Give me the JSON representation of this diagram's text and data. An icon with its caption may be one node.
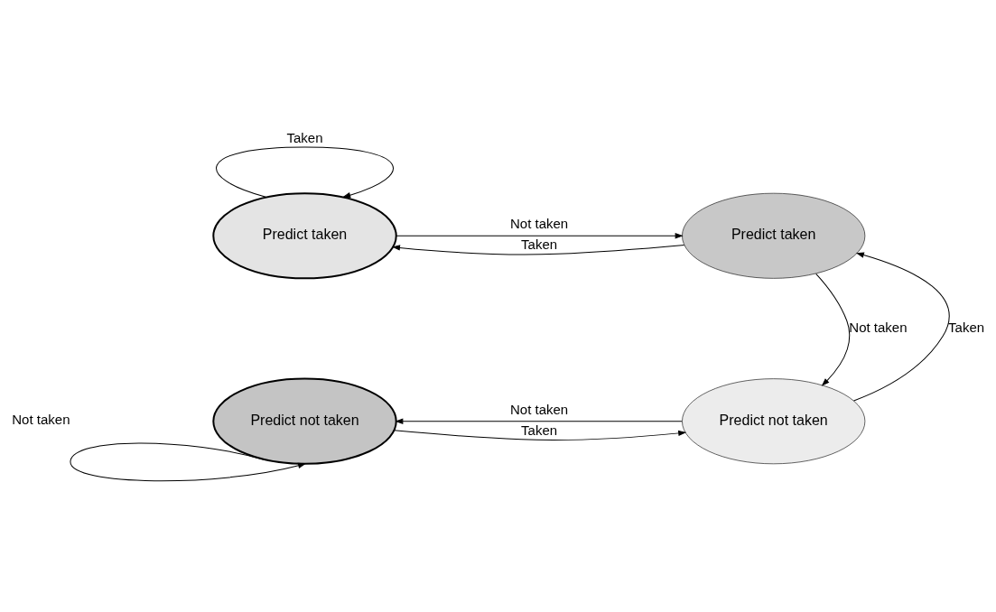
{
  "diagram": {
    "nodes": [
      {
        "text": [
          "Predict taken"
        ]
      },
      {
        "text": [
          "Predict taken"
        ]
      },
      {
        "text": [
          "Predict not taken"
        ]
      },
      {
        "text": [
          "Predict not taken"
        ]
      }
    ],
    "edges": [
      {
        "from": 0,
        "to": 0,
        "arrow": "to",
        "label": "Taken"
      },
      {
        "from": 0,
        "to": 1,
        "arrow": "to",
        "label": "Not taken"
      },
      {
        "from": 1,
        "to": 0,
        "arrow": "to",
        "label": "Taken"
      },
      {
        "from": 1,
        "to": 3,
        "arrow": "to",
        "label": "Not taken"
      },
      {
        "from": 3,
        "to": 1,
        "arrow": "to",
        "label": "Taken"
      },
      {
        "from": 3,
        "to": 2,
        "arrow": "to",
        "label": "Not taken"
      },
      {
        "from": 2,
        "to": 3,
        "arrow": "to",
        "label": "Taken"
      },
      {
        "from": 2,
        "to": 2,
        "arrow": "to",
        "label": "Not taken"
      }
    ]
  }
}
